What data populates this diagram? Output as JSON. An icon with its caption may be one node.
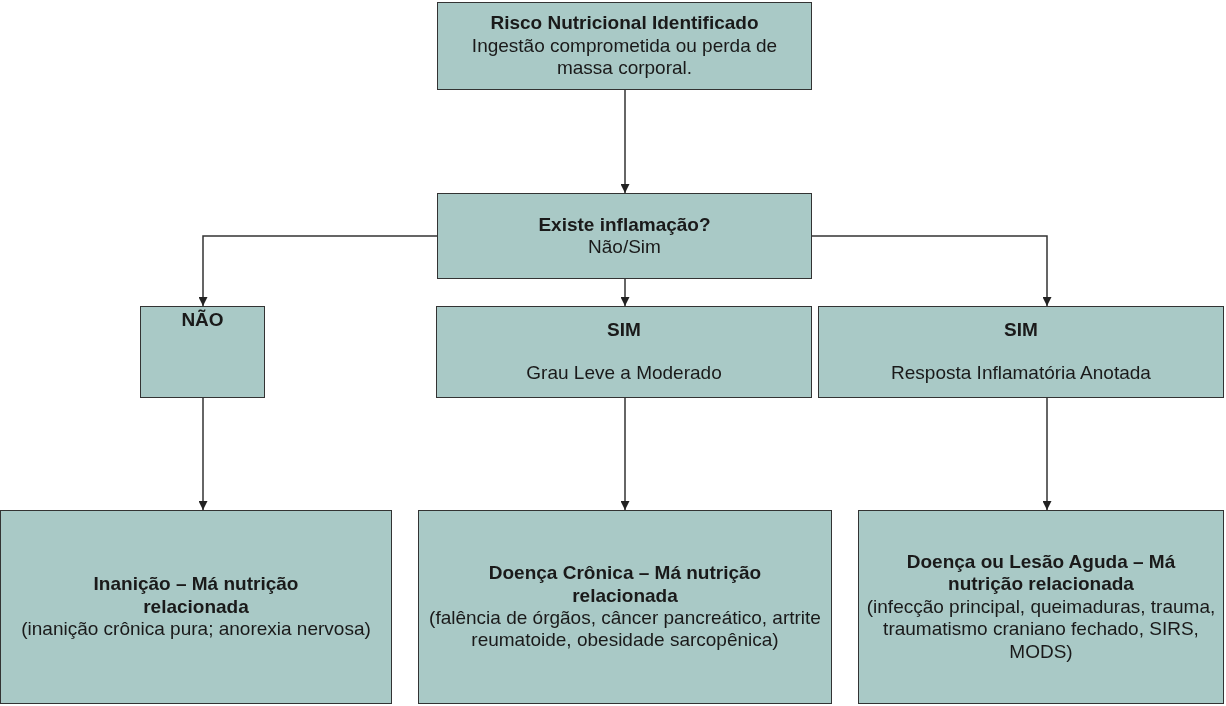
{
  "diagram": {
    "nodes": [
      {
        "text": [
          "Risco Nutricional Identificado",
          "Ingestão comprometida ou perda de massa corporal."
        ]
      },
      {
        "text": [
          "Existe inflamação?",
          "Não/Sim"
        ]
      },
      {
        "text": [
          "NÃO"
        ]
      },
      {
        "text": [
          "SIM",
          "Grau Leve a Moderado"
        ]
      },
      {
        "text": [
          "SIM",
          "Resposta Inflamatória Anotada"
        ]
      },
      {
        "text": [
          "Inanição – Má nutrição relacionada",
          "(inanição crônica pura; anorexia nervosa)"
        ]
      },
      {
        "text": [
          "Doença Crônica – Má nutrição relacionada",
          "(falência de órgãos, câncer pancreático, artrite reumatoide, obesidade sarcopênica)"
        ]
      },
      {
        "text": [
          "Doença ou Lesão Aguda – Má nutrição relacionada",
          "(infecção principal, queimaduras, trauma, traumatismo craniano fechado, SIRS, MODS)"
        ]
      }
    ],
    "edges": [
      {
        "from": 0,
        "to": 1,
        "arrow": "to"
      },
      {
        "from": 1,
        "to": 2,
        "arrow": "to"
      },
      {
        "from": 1,
        "to": 3,
        "arrow": "to"
      },
      {
        "from": 1,
        "to": 4,
        "arrow": "to"
      },
      {
        "from": 2,
        "to": 5,
        "arrow": "to"
      },
      {
        "from": 3,
        "to": 6,
        "arrow": "to"
      },
      {
        "from": 4,
        "to": 7,
        "arrow": "to"
      }
    ]
  }
}
